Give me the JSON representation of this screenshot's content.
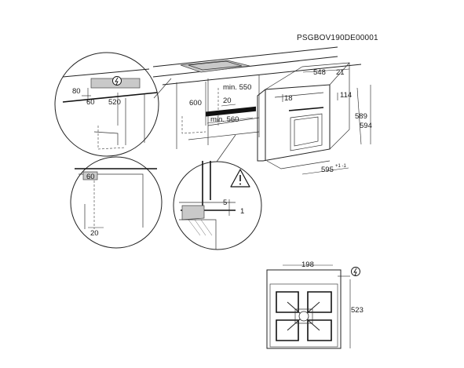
{
  "document_code": "PSGBOV190DE00001",
  "icons": {
    "electrical_symbol": "electrical-connection-icon",
    "warning_symbol": "warning-triangle-icon"
  },
  "dimensions": {
    "detail_top_left": {
      "d80": "80",
      "d60": "60",
      "d520": "520"
    },
    "cabinet": {
      "d600": "600",
      "min550": "min. 550",
      "d20": "20",
      "min560": "min. 560"
    },
    "oven": {
      "d548": "548",
      "d21": "21",
      "d18": "18",
      "d114": "114",
      "d589": "589",
      "d594": "594",
      "d595": "595",
      "d595_tol": "+1\n-1"
    },
    "detail_bottom_left": {
      "d60": "60",
      "d20": "20"
    },
    "detail_bottom_mid": {
      "d5": "5",
      "d1": "1"
    },
    "hob_view": {
      "d198": "198",
      "d523": "523"
    }
  }
}
